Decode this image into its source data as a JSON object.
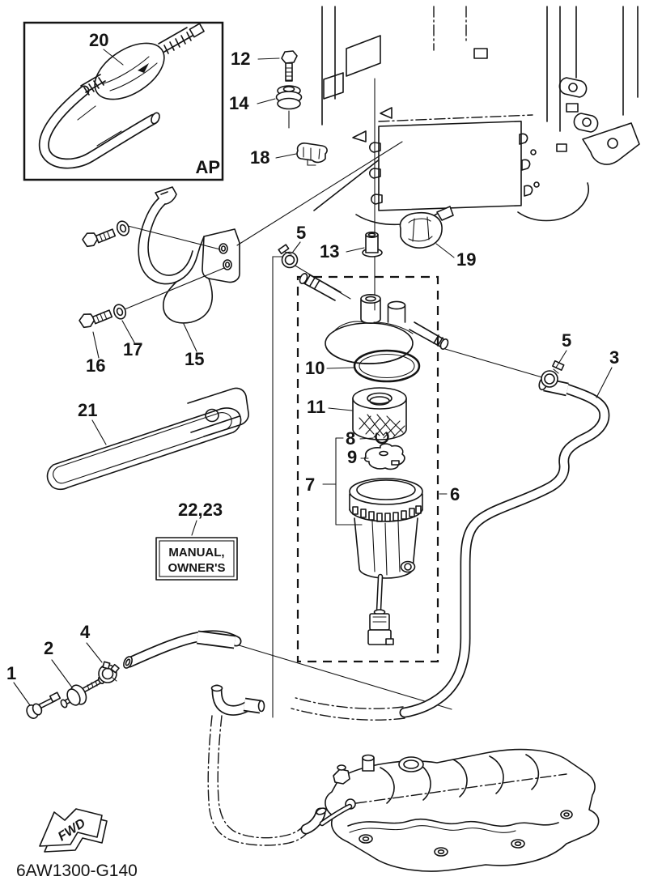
{
  "diagram": {
    "code": "6AW1300-G140",
    "inset_tag": "AP",
    "fwd_marker": "FWD",
    "owners_manual_box": {
      "line1": "MANUAL,",
      "line2": "OWNER'S"
    },
    "callouts": {
      "c1": "1",
      "c2": "2",
      "c3": "3",
      "c4": "4",
      "c5a": "5",
      "c5b": "5",
      "c6": "6",
      "c7": "7",
      "c8": "8",
      "c9": "9",
      "c10": "10",
      "c11": "11",
      "c12": "12",
      "c13": "13",
      "c14": "14",
      "c15": "15",
      "c16": "16",
      "c17": "17",
      "c18": "18",
      "c19": "19",
      "c20": "20",
      "c21": "21",
      "c22_23": "22,23"
    },
    "colors": {
      "ink": "#141414",
      "paper": "#ffffff"
    }
  }
}
